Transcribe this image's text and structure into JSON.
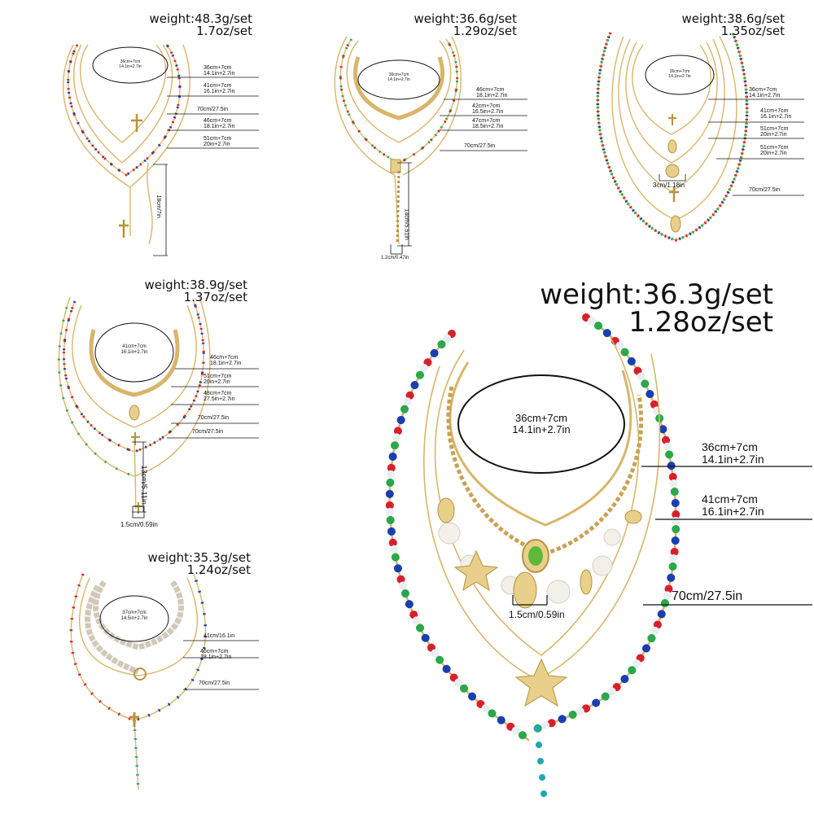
{
  "colors": {
    "gold": "#d8b56a",
    "gold_dark": "#b8923f",
    "pearl": "#f3f0ea",
    "bead_red": "#d8202a",
    "bead_blue": "#1a3fb0",
    "bead_green": "#2aa84a",
    "bead_teal": "#1fa6b8",
    "bead_clear": "#e9eef2"
  },
  "panels": [
    {
      "weight_line1": "weight:48.3g/set",
      "weight_line2": "1.7oz/set",
      "oval_line1": "36cm+7cm",
      "oval_line2": "14.1in+2.7in",
      "labels": [
        [
          "36cm+7cm",
          "14.1in+2.7in"
        ],
        [
          "41cm+7cm",
          "16.1in+2.7in"
        ],
        [
          "70cm/27.5in",
          ""
        ],
        [
          "46cm+7cm",
          "18.1in+2.7in"
        ],
        [
          "51cm+7cm",
          "20in+2.7in"
        ]
      ],
      "drop_label": "18cm/7in"
    },
    {
      "weight_line1": "weight:36.6g/set",
      "weight_line2": "1.29oz/set",
      "oval_line1": "36cm+7cm",
      "oval_line2": "14.1in+2.7in",
      "labels": [
        [
          "46cm+7cm",
          "18.1in+2.7in"
        ],
        [
          "42cm+7cm",
          "16.5in+2.7in"
        ],
        [
          "47cm+7cm",
          "18.5in+2.7in"
        ],
        [
          "70cm/27.5in",
          ""
        ]
      ],
      "drop_label": "14cm/5.51in",
      "width_label": "1.2cm/0.47in"
    },
    {
      "weight_line1": "weight:38.6g/set",
      "weight_line2": "1.35oz/set",
      "oval_line1": "36cm+7cm",
      "oval_line2": "14.1in+2.7in",
      "labels": [
        [
          "36cm+7cm",
          "14.1in+2.7in"
        ],
        [
          "41cm+7cm",
          "16.1in+2.7in"
        ],
        [
          "51cm+7cm",
          "20in+2.7in"
        ],
        [
          "51cm+7cm",
          "20in+2.7in"
        ],
        [
          "70cm/27.5in",
          ""
        ]
      ],
      "width_label": "3cm/1.18in"
    },
    {
      "weight_line1": "weight:38.9g/set",
      "weight_line2": "1.37oz/set",
      "oval_line1": "41cm+7cm",
      "oval_line2": "16.1in+2.7in",
      "labels": [
        [
          "46cm+7cm",
          "18.1in+2.7in"
        ],
        [
          "51cm+7cm",
          "20in+2.7in"
        ],
        [
          "48cm+7cm",
          "27.5in+2.7in"
        ],
        [
          "70cm/27.5in",
          ""
        ],
        [
          "70cm/27.5in",
          ""
        ]
      ],
      "drop_label": "13cm/5.11in",
      "width_label": "1.5cm/0.59in"
    },
    {
      "weight_line1": "weight:35.3g/set",
      "weight_line2": "1.24oz/set",
      "oval_line1": "37cm+7cm",
      "oval_line2": "14.5in+2.7in",
      "labels": [
        [
          "41cm/16.1in",
          ""
        ],
        [
          "46cm+7cm",
          "18.1in+2.7in"
        ],
        [
          "70cm/27.5in",
          ""
        ]
      ]
    },
    {
      "weight_line1": "weight:36.3g/set",
      "weight_line2": "1.28oz/set",
      "oval_line1": "36cm+7cm",
      "oval_line2": "14.1in+2.7in",
      "labels": [
        [
          "36cm+7cm",
          "14.1in+2.7in"
        ],
        [
          "41cm+7cm",
          "16.1in+2.7in"
        ],
        [
          "70cm/27.5in",
          ""
        ]
      ],
      "width_label": "1.5cm/0.59in"
    }
  ]
}
